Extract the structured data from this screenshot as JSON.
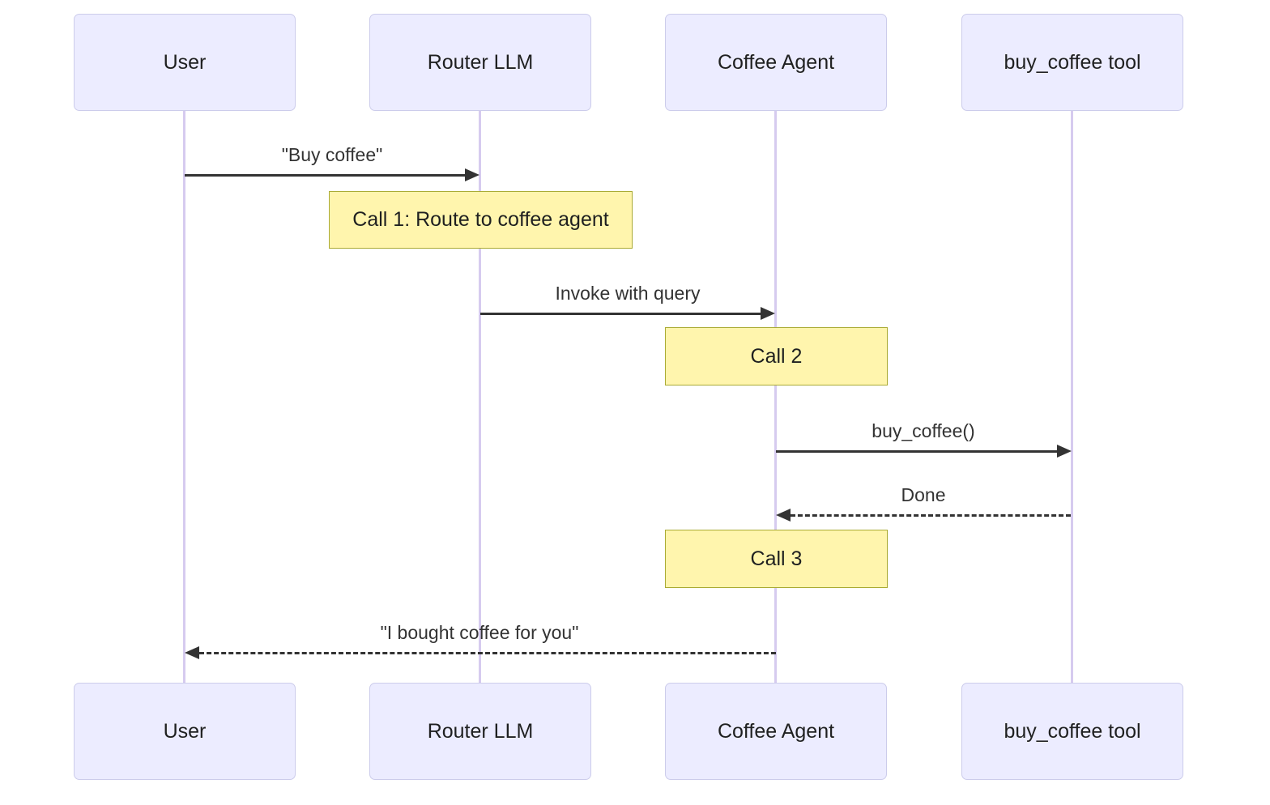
{
  "diagram_type": "sequence-diagram",
  "colors": {
    "background": "#FFFFFF",
    "actor-fill": "#ECECFF",
    "actor-border": "#CCCCEB",
    "lifeline": "#D6CBEF",
    "note-fill": "#FFF5AD",
    "note-border": "#AAAA33",
    "arrow": "#333333",
    "actor-text": "#1F2020",
    "message-text": "#333333"
  },
  "participants": [
    {
      "label": "User"
    },
    {
      "label": "Router LLM"
    },
    {
      "label": "Coffee Agent"
    },
    {
      "label": "buy_coffee tool"
    }
  ],
  "messages": [
    {
      "label": "\"Buy coffee\"",
      "from": "User",
      "to": "Router LLM",
      "line": "solid"
    },
    {
      "label": "Invoke with query",
      "from": "Router LLM",
      "to": "Coffee Agent",
      "line": "solid"
    },
    {
      "label": "buy_coffee()",
      "from": "Coffee Agent",
      "to": "buy_coffee tool",
      "line": "solid"
    },
    {
      "label": "Done",
      "from": "buy_coffee tool",
      "to": "Coffee Agent",
      "line": "dashed"
    },
    {
      "label": "\"I bought coffee for you\"",
      "from": "Coffee Agent",
      "to": "User",
      "line": "dashed"
    }
  ],
  "notes": [
    {
      "label": "Call 1: Route to coffee agent",
      "over": "Router LLM"
    },
    {
      "label": "Call 2",
      "over": "Coffee Agent"
    },
    {
      "label": "Call 3",
      "over": "Coffee Agent"
    }
  ]
}
